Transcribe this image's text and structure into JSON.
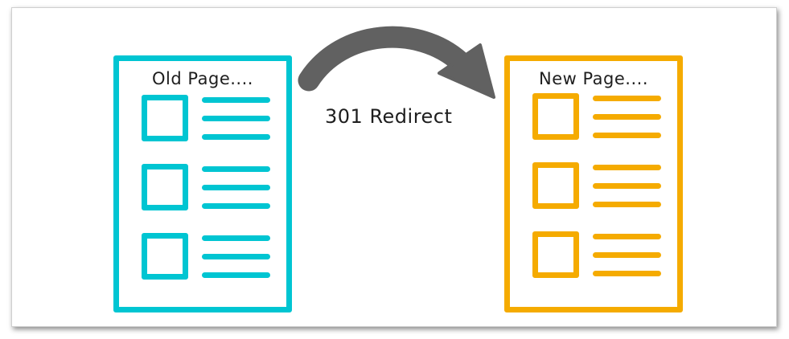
{
  "old_page": {
    "title": "Old Page....",
    "color": "#00c5d2"
  },
  "new_page": {
    "title": "New Page....",
    "color": "#f5ab00"
  },
  "redirect": {
    "label": "301 Redirect",
    "arrow_color": "#616161"
  }
}
